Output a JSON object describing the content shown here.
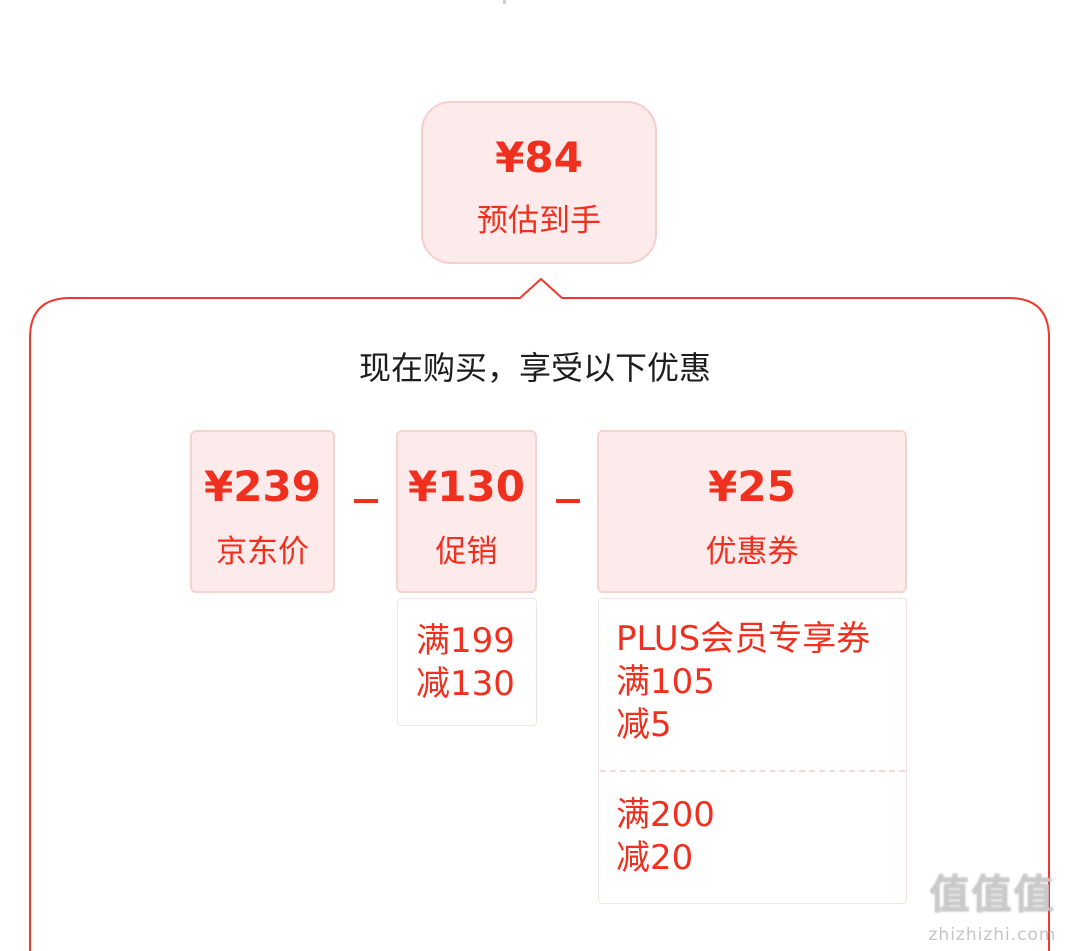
{
  "estimate": {
    "price": "¥84",
    "label": "预估到手"
  },
  "panel": {
    "title": "现在购买，享受以下优惠"
  },
  "breakdown": [
    {
      "price": "¥239",
      "label": "京东价"
    },
    {
      "price": "¥130",
      "label": "促销"
    },
    {
      "price": "¥25",
      "label": "优惠券"
    }
  ],
  "promotion_details": [
    {
      "lines": [
        "满199",
        "减130"
      ]
    }
  ],
  "coupon_details": [
    {
      "lines": [
        "PLUS会员专享券",
        "满105",
        "减5"
      ]
    },
    {
      "lines": [
        "满200",
        "减20"
      ]
    }
  ],
  "watermark": {
    "logo": "值值值",
    "url": "zhizhizhi.com"
  },
  "colors": {
    "accent": "#f0301f",
    "card_bg": "#fdeaea",
    "title_text": "#1d1d1d"
  }
}
